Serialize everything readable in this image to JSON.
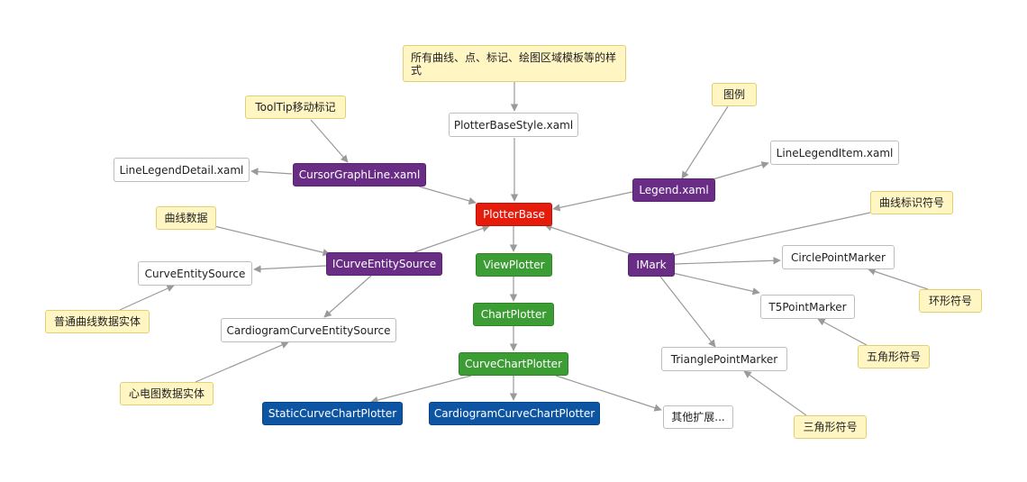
{
  "nodes": {
    "note_styles": "所有曲线、点、标记、绘图区域模板等的样式",
    "plotter_base_style": "PlotterBaseStyle.xaml",
    "note_tooltip": "ToolTip移动标记",
    "note_legend": "图例",
    "line_legend_item": "LineLegendItem.xaml",
    "line_legend_detail": "LineLegendDetail.xaml",
    "cursor_graph_line": "CursorGraphLine.xaml",
    "legend": "Legend.xaml",
    "note_curve_mark": "曲线标识符号",
    "note_curve_data": "曲线数据",
    "plotter_base": "PlotterBase",
    "curve_entity_source": "CurveEntitySource",
    "icurve_entity_source": "ICurveEntitySource",
    "view_plotter": "ViewPlotter",
    "imark": "IMark",
    "circle_point_marker": "CirclePointMarker",
    "note_normal_curve": "普通曲线数据实体",
    "t5_point_marker": "T5PointMarker",
    "note_ring": "环形符号",
    "chart_plotter": "ChartPlotter",
    "cardiogram_curve_entity_source": "CardiogramCurveEntitySource",
    "curve_chart_plotter": "CurveChartPlotter",
    "triangle_point_marker": "TrianglePointMarker",
    "note_star": "五角形符号",
    "note_ecg": "心电图数据实体",
    "static_curve_chart_plotter": "StaticCurveChartPlotter",
    "cardiogram_curve_chart_plotter": "CardiogramCurveChartPlotter",
    "other_ext": "其他扩展...",
    "note_triangle": "三角形符号"
  },
  "colors": {
    "note": "#fff6c4",
    "plain": "#ffffff",
    "purple": "#6a2d86",
    "red": "#e51b0c",
    "green": "#3d9d35",
    "blue": "#0d55a3",
    "edge": "#9a9a9a"
  }
}
